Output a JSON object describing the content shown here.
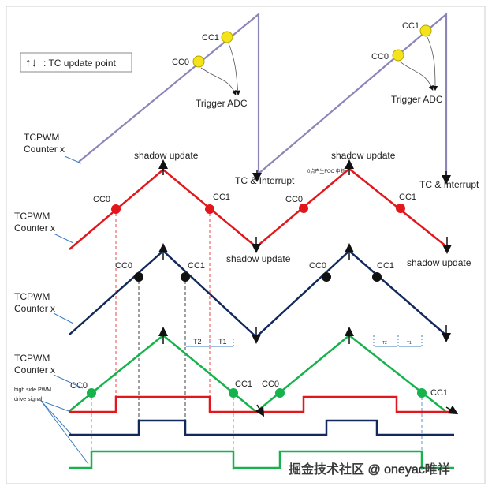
{
  "legend": {
    "arrows": "↑↓",
    "text": ": TC update point"
  },
  "labels": {
    "counter_x": "TCPWM\nCounter x",
    "cc0": "CC0",
    "cc1": "CC1",
    "trigger_adc": "Trigger ADC",
    "shadow_update": "shadow update",
    "tc_interrupt": "TC & Interrupt",
    "high_side": "high side PWM\ndrive signal",
    "t1": "T1",
    "t2": "T2",
    "tiny_note": "0点产生FOC 中断",
    "watermark": "掘金技术社区 @ oneyac唯祥"
  },
  "colors": {
    "sawtooth": "#8b86b8",
    "red": "#e3171b",
    "navy": "#12295c",
    "green": "#16b24b",
    "yellow": "#f4e21b",
    "callout": "#3d7cc0",
    "dashed": "#5a6aa0"
  }
}
